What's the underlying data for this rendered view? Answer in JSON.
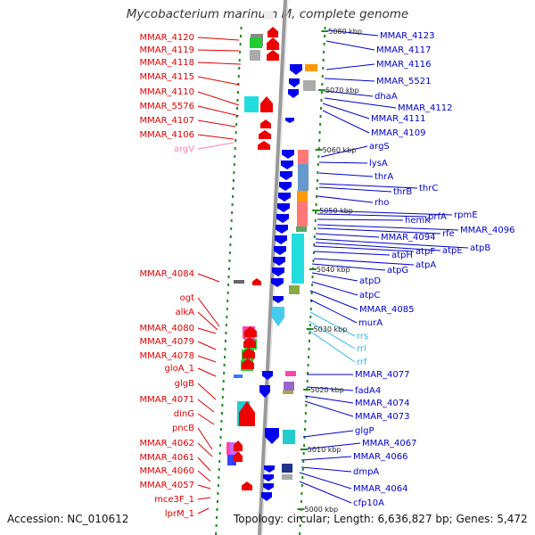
{
  "title": "Mycobacterium marinum M, complete genome",
  "footer": {
    "accession": "Accession: NC_010612",
    "info": "Topology: circular; Length: 6,636,827 bp; Genes: 5,472"
  },
  "colors": {
    "forward_label": "#dd0000",
    "reverse_label": "#0000cc",
    "rna_left": "#ff80b0",
    "rna_right": "#33bbee",
    "backbone": "#999999",
    "tick": "#228822"
  },
  "kbp_markers": [
    "5080 kbp",
    "5070 kbp",
    "5060 kbp",
    "5050 kbp",
    "5040 kbp",
    "5030 kbp",
    "5020 kbp",
    "5010 kbp",
    "5000 kbp"
  ],
  "left_labels": [
    {
      "text": "MMAR_4120",
      "kind": "gene"
    },
    {
      "text": "MMAR_4119",
      "kind": "gene"
    },
    {
      "text": "MMAR_4118",
      "kind": "gene"
    },
    {
      "text": "MMAR_4115",
      "kind": "gene"
    },
    {
      "text": "MMAR_4110",
      "kind": "gene"
    },
    {
      "text": "MMAR_5576",
      "kind": "gene"
    },
    {
      "text": "MMAR_4107",
      "kind": "gene"
    },
    {
      "text": "MMAR_4106",
      "kind": "gene"
    },
    {
      "text": "argV",
      "kind": "rna"
    },
    {
      "text": "MMAR_4084",
      "kind": "gene"
    },
    {
      "text": "ogt",
      "kind": "gene"
    },
    {
      "text": "alkA",
      "kind": "gene"
    },
    {
      "text": "MMAR_4080",
      "kind": "gene"
    },
    {
      "text": "MMAR_4079",
      "kind": "gene"
    },
    {
      "text": "MMAR_4078",
      "kind": "gene"
    },
    {
      "text": "gloA_1",
      "kind": "gene"
    },
    {
      "text": "glgB",
      "kind": "gene"
    },
    {
      "text": "MMAR_4071",
      "kind": "gene"
    },
    {
      "text": "dinG",
      "kind": "gene"
    },
    {
      "text": "pncB",
      "kind": "gene"
    },
    {
      "text": "MMAR_4062",
      "kind": "gene"
    },
    {
      "text": "MMAR_4061",
      "kind": "gene"
    },
    {
      "text": "MMAR_4060",
      "kind": "gene"
    },
    {
      "text": "MMAR_4057",
      "kind": "gene"
    },
    {
      "text": "mce3F_1",
      "kind": "gene"
    },
    {
      "text": "lprM_1",
      "kind": "gene"
    }
  ],
  "right_labels": [
    {
      "text": "MMAR_4123",
      "kind": "gene"
    },
    {
      "text": "MMAR_4117",
      "kind": "gene"
    },
    {
      "text": "MMAR_4116",
      "kind": "gene"
    },
    {
      "text": "MMAR_5521",
      "kind": "gene"
    },
    {
      "text": "dhaA",
      "kind": "gene"
    },
    {
      "text": "MMAR_4112",
      "kind": "gene"
    },
    {
      "text": "MMAR_4111",
      "kind": "gene"
    },
    {
      "text": "MMAR_4109",
      "kind": "gene"
    },
    {
      "text": "argS",
      "kind": "gene"
    },
    {
      "text": "lysA",
      "kind": "gene"
    },
    {
      "text": "thrA",
      "kind": "gene"
    },
    {
      "text": "thrC",
      "kind": "gene"
    },
    {
      "text": "thrB",
      "kind": "gene"
    },
    {
      "text": "rho",
      "kind": "gene"
    },
    {
      "text": "rpmE",
      "kind": "gene"
    },
    {
      "text": "prfA",
      "kind": "gene"
    },
    {
      "text": "hemK",
      "kind": "gene"
    },
    {
      "text": "MMAR_4096",
      "kind": "gene"
    },
    {
      "text": "rfe",
      "kind": "gene"
    },
    {
      "text": "MMAR_4094",
      "kind": "gene"
    },
    {
      "text": "atpB",
      "kind": "gene"
    },
    {
      "text": "atpE",
      "kind": "gene"
    },
    {
      "text": "atpF",
      "kind": "gene"
    },
    {
      "text": "atpH",
      "kind": "gene"
    },
    {
      "text": "atpA",
      "kind": "gene"
    },
    {
      "text": "atpG",
      "kind": "gene"
    },
    {
      "text": "atpD",
      "kind": "gene"
    },
    {
      "text": "atpC",
      "kind": "gene"
    },
    {
      "text": "MMAR_4085",
      "kind": "gene"
    },
    {
      "text": "murA",
      "kind": "gene"
    },
    {
      "text": "rrs",
      "kind": "rna"
    },
    {
      "text": "rrl",
      "kind": "rna"
    },
    {
      "text": "rrf",
      "kind": "rna"
    },
    {
      "text": "MMAR_4077",
      "kind": "gene"
    },
    {
      "text": "fadA4",
      "kind": "gene"
    },
    {
      "text": "MMAR_4074",
      "kind": "gene"
    },
    {
      "text": "MMAR_4073",
      "kind": "gene"
    },
    {
      "text": "glgP",
      "kind": "gene"
    },
    {
      "text": "MMAR_4067",
      "kind": "gene"
    },
    {
      "text": "MMAR_4066",
      "kind": "gene"
    },
    {
      "text": "dmpA",
      "kind": "gene"
    },
    {
      "text": "MMAR_4064",
      "kind": "gene"
    },
    {
      "text": "cfp10A",
      "kind": "gene"
    }
  ]
}
